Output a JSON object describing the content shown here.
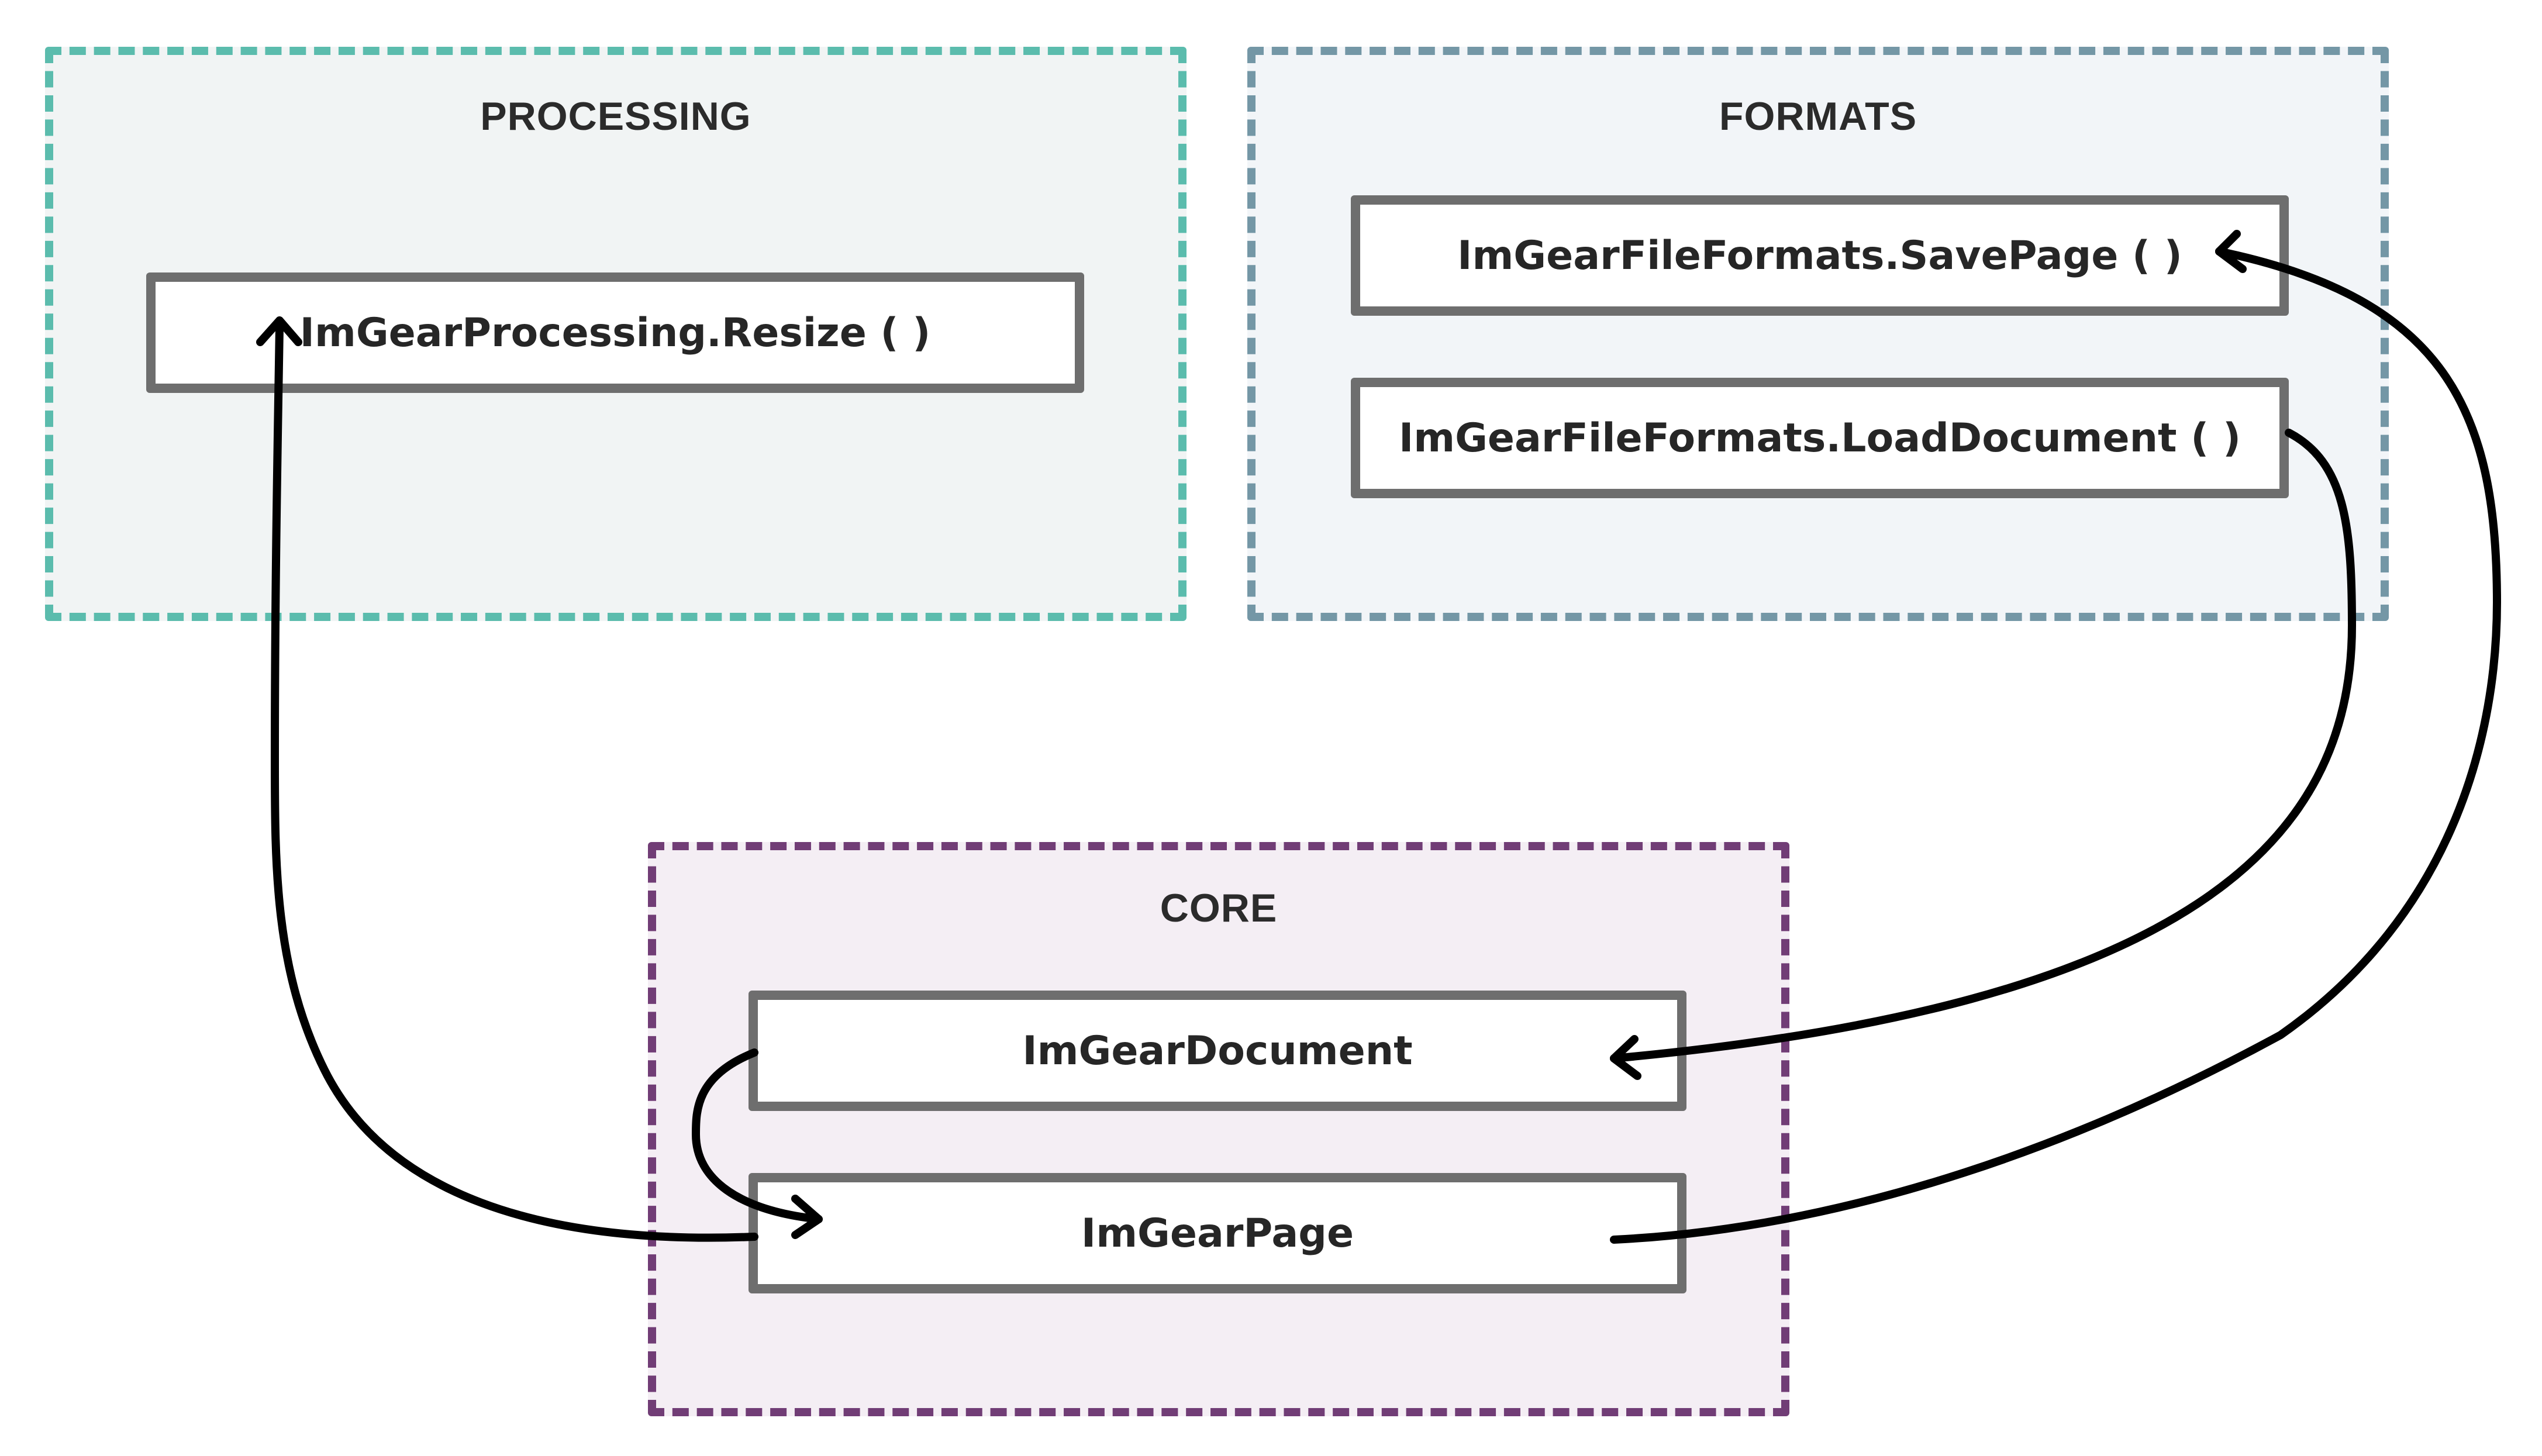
{
  "groups": {
    "processing": {
      "title": "PROCESSING",
      "color": "#5bbcad"
    },
    "formats": {
      "title": "FORMATS",
      "color": "#7497a6"
    },
    "core": {
      "title": "CORE",
      "color": "#713d76"
    }
  },
  "nodes": {
    "resize": "ImGearProcessing.Resize ( )",
    "save_page": "ImGearFileFormats.SavePage ( )",
    "load_document": "ImGearFileFormats.LoadDocument ( )",
    "document": "ImGearDocument",
    "page": "ImGearPage"
  },
  "connectors": [
    {
      "from": "load_document",
      "to": "document"
    },
    {
      "from": "page",
      "to": "save_page"
    },
    {
      "from": "document",
      "to": "page"
    },
    {
      "from": "page",
      "to": "resize"
    }
  ],
  "colors": {
    "node_border": "#6e6e6e",
    "connector": "#000000"
  }
}
